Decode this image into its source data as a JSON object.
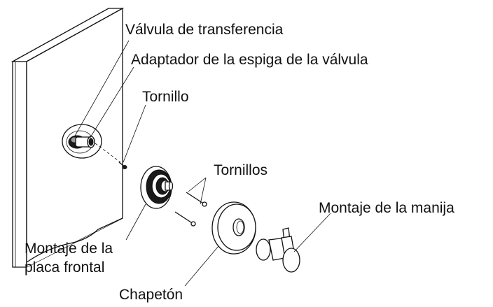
{
  "labels": {
    "transfer_valve": "Válvula de transferencia",
    "stem_adapter": "Adaptador de la espiga de la válvula",
    "screw": "Tornillo",
    "screws": "Tornillos",
    "handle_assembly": "Montaje de la manija",
    "faceplate_assembly_line1": "Montaje de la",
    "faceplate_assembly_line2": "placa frontal",
    "escutcheon": "Chapetón"
  }
}
